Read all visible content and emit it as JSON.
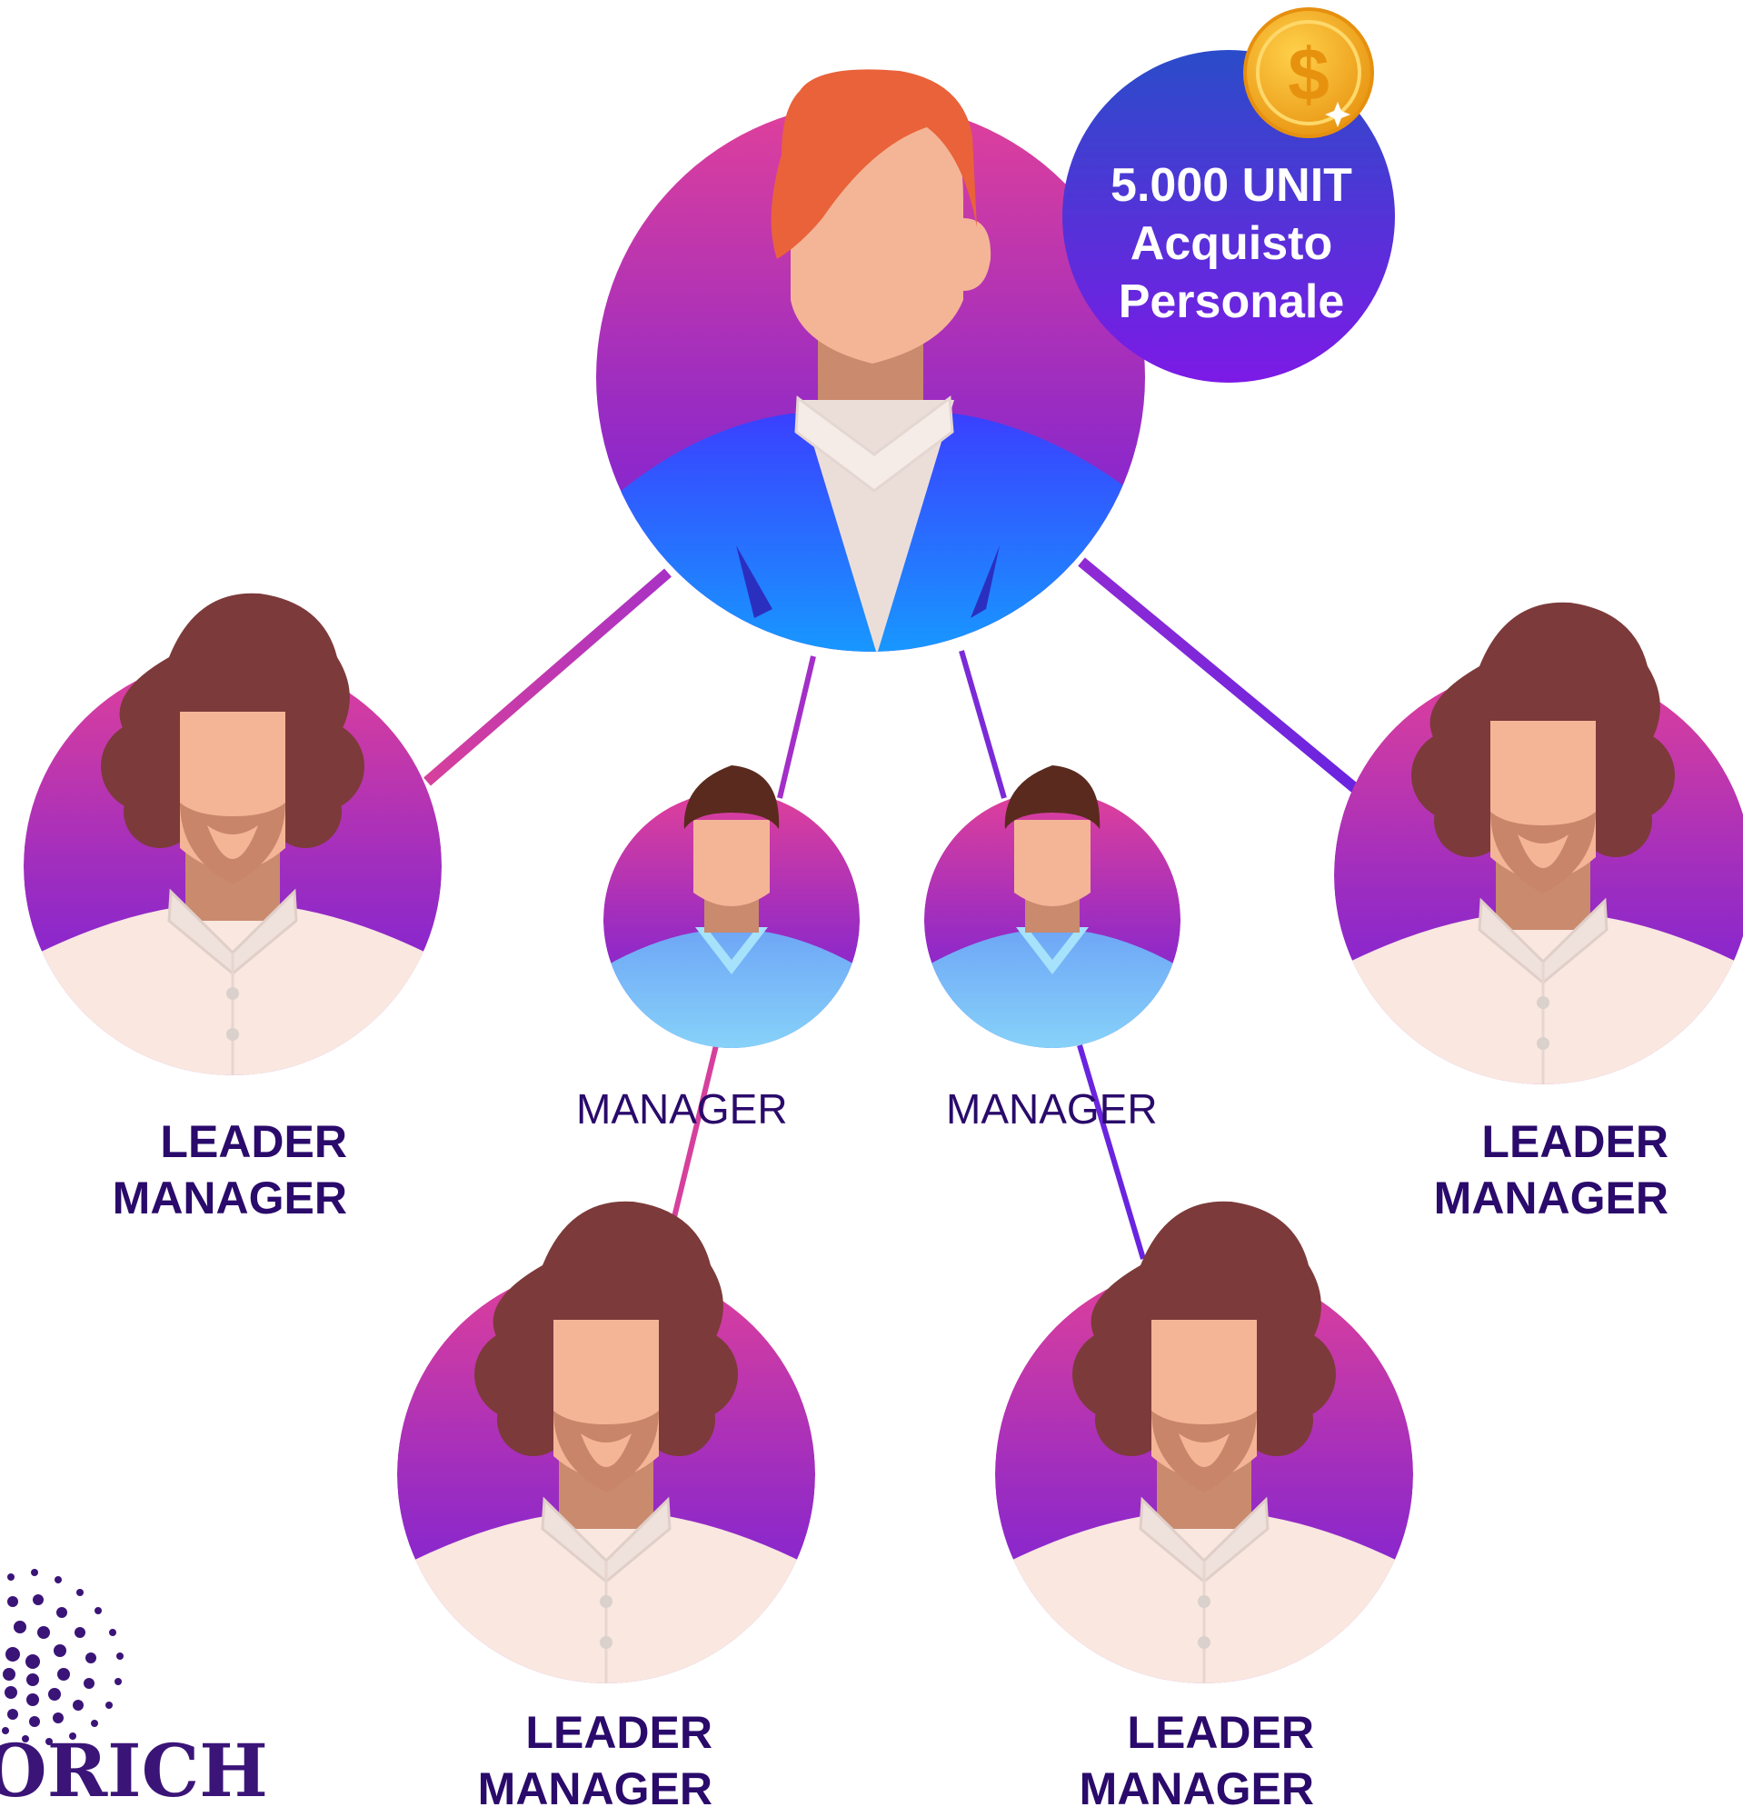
{
  "bubble": {
    "line1": "5.000 UNIT",
    "line2": "Acquisto",
    "line3": "Personale",
    "coin_icon": "dollar-coin-icon"
  },
  "nodes": {
    "top": {
      "icon": "woman-avatar-icon"
    },
    "managers": [
      {
        "label": "MANAGER",
        "icon": "young-man-avatar-icon"
      },
      {
        "label": "MANAGER",
        "icon": "young-man-avatar-icon"
      }
    ],
    "leaders": [
      {
        "line1": "LEADER",
        "line2": "MANAGER",
        "icon": "curly-man-avatar-icon"
      },
      {
        "line1": "LEADER",
        "line2": "MANAGER",
        "icon": "curly-man-avatar-icon"
      },
      {
        "line1": "LEADER",
        "line2": "MANAGER",
        "icon": "curly-man-avatar-icon"
      },
      {
        "line1": "LEADER",
        "line2": "MANAGER",
        "icon": "curly-man-avatar-icon"
      }
    ]
  },
  "logo": {
    "text": "ORICH",
    "icon": "dotted-circle-logo-icon"
  },
  "colors": {
    "circle_top": "#e0409a",
    "circle_bottom": "#7b22d6",
    "bubble_top": "#2f3fc8",
    "bubble_bottom": "#7a1ee6",
    "text_dark": "#2a0a6b",
    "coin": "#f6a91f"
  }
}
